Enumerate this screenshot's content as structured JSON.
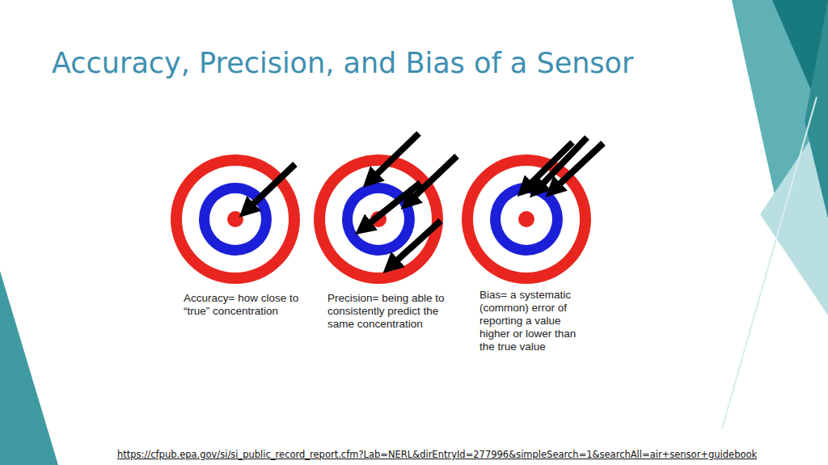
{
  "diagram": {
    "title": "Accuracy, Precision, and Bias of a Sensor",
    "labels": [
      "Accuracy= how close to “true” concentration",
      "Precision= being able to consistently predict the same concentration",
      "Bias= a systematic (common) error of reporting a value higher or lower than the true value",
      "https://cfpub.epa.gov/si/si_public_record_report.cfm?Lab=NERL&dirEntryId=277996&simpleSearch=1&searchAll=air+sensor+guidebook"
    ]
  }
}
